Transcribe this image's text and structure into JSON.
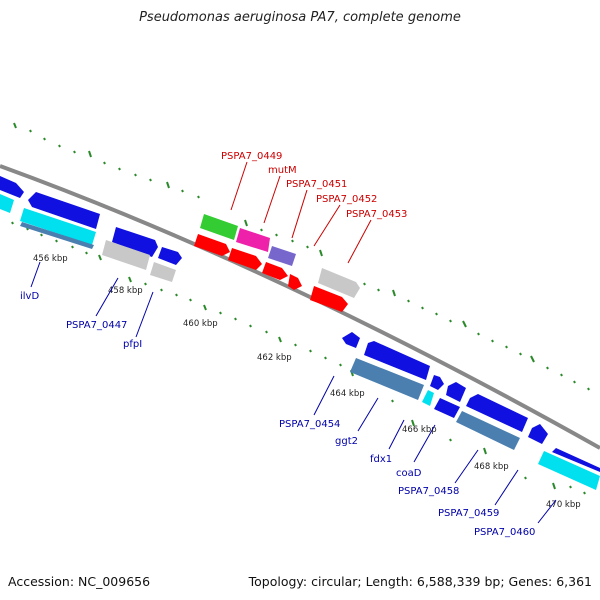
{
  "title": "Pseudomonas aeruginosa PA7, complete genome",
  "footer": {
    "accession": "Accession: NC_009656",
    "topology": "Topology: circular; Length: 6,588,339 bp; Genes: 6,361"
  },
  "colors": {
    "backbone": "#888888",
    "tick": "#2a8a2a",
    "label_forward": "#cc0000",
    "label_reverse": "#0000aa",
    "blue": "#1010e0",
    "cyan": "#00e0ee",
    "steel": "#4a7fb0",
    "gray": "#c8c8c8",
    "red": "#ff0000",
    "green": "#33cc33",
    "magenta": "#ee22aa",
    "purple": "#7766cc"
  },
  "kbp_labels": [
    "456 kbp",
    "458 kbp",
    "460 kbp",
    "462 kbp",
    "464 kbp",
    "466 kbp",
    "468 kbp",
    "470 kbp"
  ],
  "gene_labels_top": [
    "PSPA7_0449",
    "mutM",
    "PSPA7_0451",
    "PSPA7_0452",
    "PSPA7_0453"
  ],
  "gene_labels_bottom": [
    "ilvD",
    "PSPA7_0447",
    "pfpI",
    "PSPA7_0454",
    "ggt2",
    "fdx1",
    "coaD",
    "PSPA7_0458",
    "PSPA7_0459",
    "PSPA7_0460"
  ]
}
